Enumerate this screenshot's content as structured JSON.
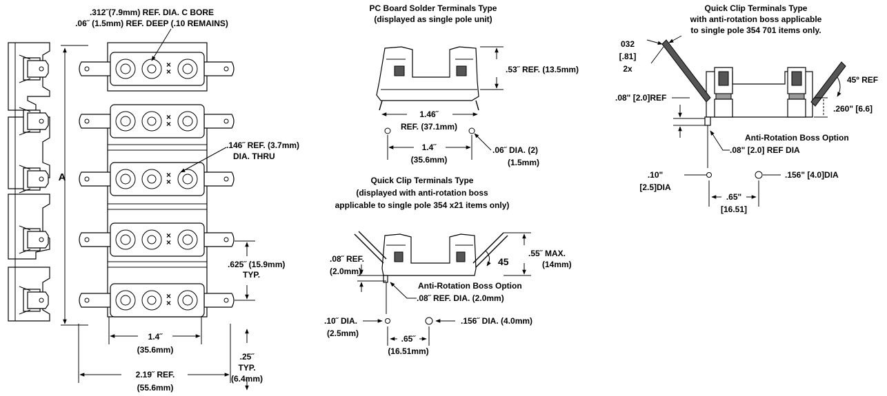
{
  "left_view": {
    "cbore_line1": ".312˝(7.9mm) REF. DIA. C BORE",
    "cbore_line2": ".06˝ (1.5mm) REF. DEEP (.10 REMAINS)",
    "dim_a": "A",
    "thru_line1": ".146˝ REF. (3.7mm)",
    "thru_line2": "DIA. THRU",
    "pitch_line1": ".625˝ (15.9mm)",
    "pitch_line2": "TYP.",
    "width_line1": "1.4˝",
    "width_line2": "(35.6mm)",
    "tab_line1": ".25˝",
    "tab_line2": "TYP.",
    "tab_line3": "(6.4mm)",
    "overall_line1": "2.19˝ REF.",
    "overall_line2": "(55.6mm)",
    "x_marks": "× ×"
  },
  "pcb_view": {
    "title_line1": "PC Board Solder Terminals Type",
    "title_line2": "(displayed as single pole unit)",
    "height_dim": ".53˝ REF. (13.5mm)",
    "span_line1": "1.46˝",
    "span_line2": "REF. (37.1mm)",
    "hole_span_line1": "1.4˝",
    "hole_span_line2": "(35.6mm)",
    "hole_dia_line1": ".06˝  DIA. (2)",
    "hole_dia_line2": "(1.5mm)"
  },
  "qc_view": {
    "title_line1": "Quick Clip Terminals Type",
    "title_line2": "(displayed with anti-rotation boss",
    "title_line3": "applicable to single pole 354 x21 items only)",
    "boss_ref_line1": ".08˝ REF.",
    "boss_ref_line2": "(2.0mm)",
    "angle": "45",
    "max_line1": ".55˝ MAX.",
    "max_line2": "(14mm)",
    "boss_option": "Anti-Rotation Boss Option",
    "boss_dia": ".08˝ REF. DIA. (2.0mm)",
    "small_hole_line1": ".10˝ DIA.",
    "small_hole_line2": "(2.5mm)",
    "large_hole": ".156˝ DIA. (4.0mm)",
    "hole_span_line1": ".65˝",
    "hole_span_line2": "(16.51mm)"
  },
  "qc701_view": {
    "title_line1": "Quick Clip Terminals Type",
    "title_line2": "with anti-rotation boss applicable",
    "title_line3": "to single pole 354 701 items only.",
    "thick_line1": "032",
    "thick_line2": "[.81]",
    "thick_line3": "2x",
    "angle": "45º REF",
    "boss_ref": ".08\" [2.0]REF",
    "height": ".260\" [6.6]",
    "boss_option": "Anti-Rotation Boss Option",
    "boss_dia": ".08\" [2.0] REF DIA",
    "small_hole_line1": ".10\"",
    "small_hole_line2": "[2.5]DIA",
    "large_hole": ".156\" [4.0]DIA",
    "hole_span_line1": ".65\"",
    "hole_span_line2": "[16.51]"
  }
}
